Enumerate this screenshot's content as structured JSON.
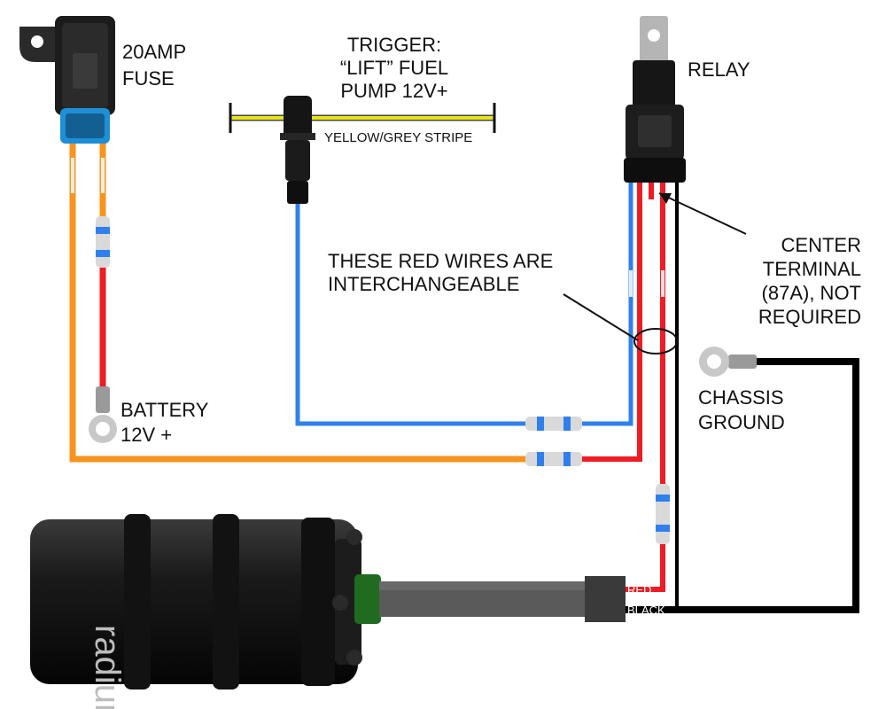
{
  "labels": {
    "fuse_line1": "20AMP",
    "fuse_line2": "FUSE",
    "trigger_line1": "TRIGGER:",
    "trigger_line2": "“LIFT” FUEL",
    "trigger_line3": "PUMP 12V+",
    "wire_stripe": "YELLOW/GREY STRIPE",
    "relay": "RELAY",
    "interchangeable_line1": "THESE RED WIRES ARE",
    "interchangeable_line2": "INTERCHANGEABLE",
    "center_line1": "CENTER",
    "center_line2": "TERMINAL",
    "center_line3": "(87A), NOT",
    "center_line4": "REQUIRED",
    "ground_line1": "CHASSIS",
    "ground_line2": "GROUND",
    "battery_line1": "BATTERY",
    "battery_line2": "12V +",
    "pump_red": "RED",
    "pump_black": "BLACK",
    "brand": "radium"
  },
  "colors": {
    "orange_wire": "#f7941d",
    "red_wire": "#ee1c24",
    "blue_wire": "#2f80ed",
    "black_wire": "#000000",
    "yellow_wire": "#e8e41a",
    "fuse_cap": "#1e8fd6",
    "pump_body": "#1a1a1a",
    "pump_fitting": "#1f6b1f"
  },
  "icons": [
    "fuse-holder-icon",
    "trigger-connector-icon",
    "relay-icon",
    "ring-terminal-icon",
    "butt-splice-icon",
    "fuel-pump-icon"
  ]
}
